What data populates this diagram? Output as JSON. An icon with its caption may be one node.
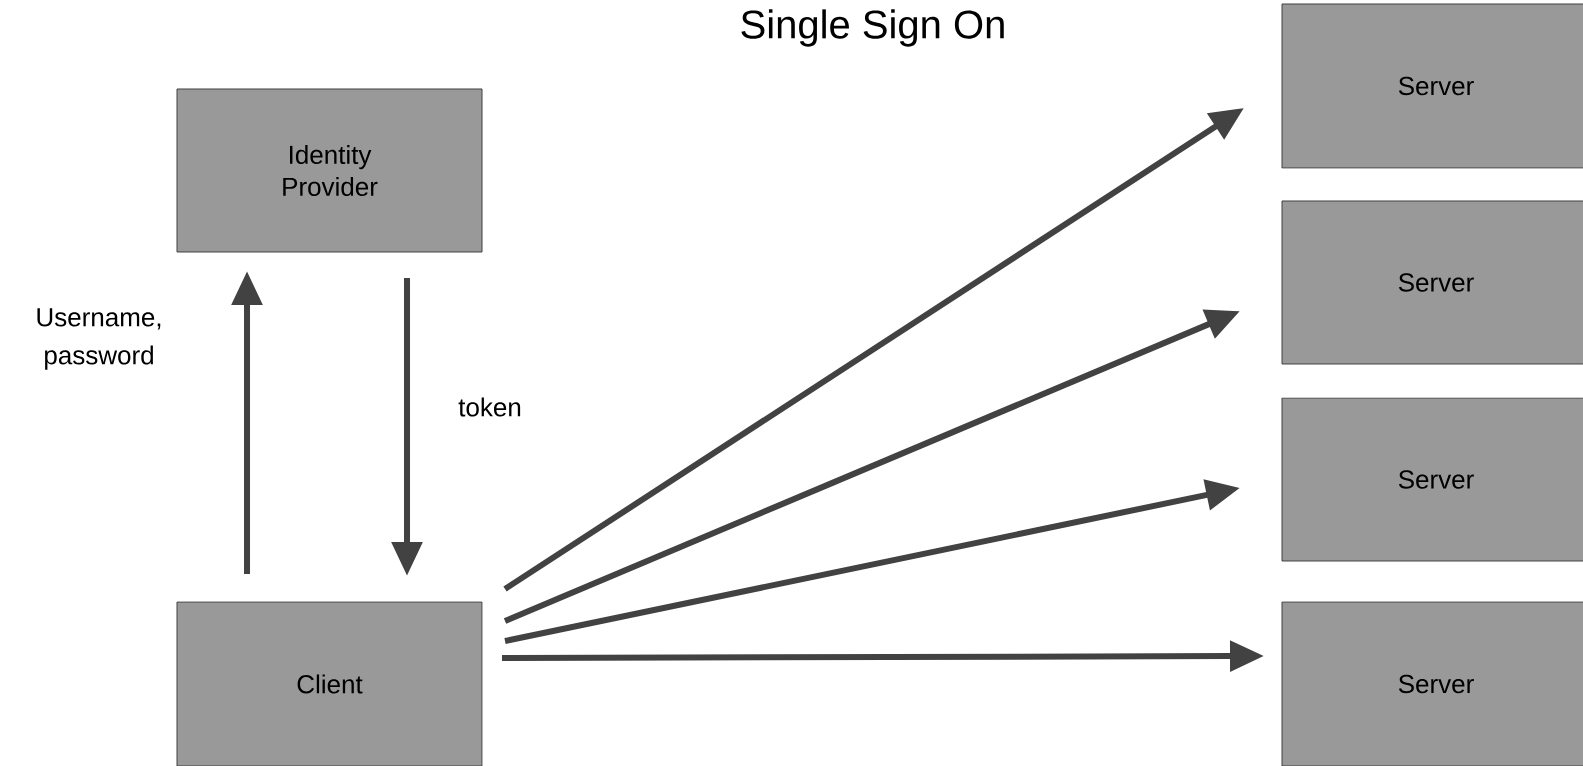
{
  "diagram": {
    "title": "Single Sign On",
    "nodes": [
      {
        "text": [
          "Identity Provider"
        ]
      },
      {
        "text": [
          "Client"
        ]
      },
      {
        "text": [
          "Server"
        ]
      },
      {
        "text": [
          "Server"
        ]
      },
      {
        "text": [
          "Server"
        ]
      },
      {
        "text": [
          "Server"
        ]
      }
    ],
    "edges": [
      {
        "from": 1,
        "to": 0,
        "arrow": "to",
        "label": "Username, password"
      },
      {
        "from": 0,
        "to": 1,
        "arrow": "to",
        "label": "token"
      },
      {
        "from": 1,
        "to": 2,
        "arrow": "to"
      },
      {
        "from": 1,
        "to": 3,
        "arrow": "to"
      },
      {
        "from": 1,
        "to": 4,
        "arrow": "to"
      },
      {
        "from": 1,
        "to": 5,
        "arrow": "to"
      }
    ]
  }
}
